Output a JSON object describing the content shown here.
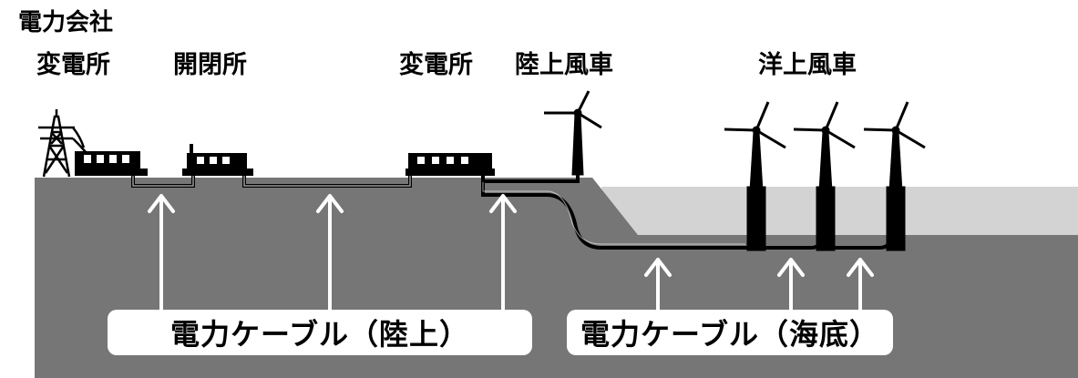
{
  "labels": {
    "power_company": "電力会社",
    "substation_left": "変電所",
    "switching_station": "開閉所",
    "substation_mid": "変電所",
    "onshore_wind": "陸上風車",
    "offshore_wind": "洋上風車"
  },
  "cables": {
    "land": "電力ケーブル（陸上）",
    "sea": "電力ケーブル（海底）"
  },
  "colors": {
    "ground": "#767676",
    "sea": "#d3d3d3",
    "ink": "#000000",
    "arrow": "#ffffff"
  }
}
